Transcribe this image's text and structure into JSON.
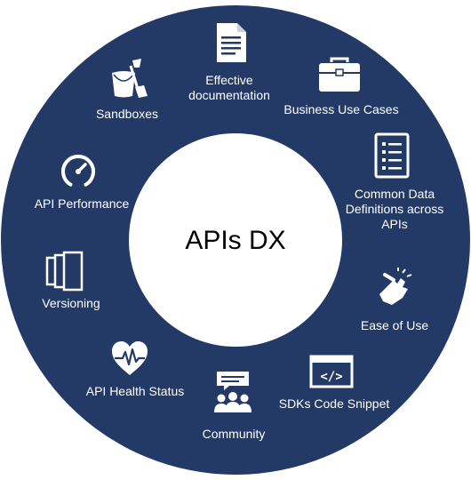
{
  "center": {
    "title": "APIs DX"
  },
  "items": [
    {
      "label": "Effective\ndocumentation",
      "icon": "document-icon"
    },
    {
      "label": "Business Use Cases",
      "icon": "briefcase-icon"
    },
    {
      "label": "Common Data\nDefinitions across\nAPIs",
      "icon": "checklist-icon"
    },
    {
      "label": "Ease of Use",
      "icon": "snapping-fingers-icon"
    },
    {
      "label": "SDKs Code Snippet",
      "icon": "code-window-icon"
    },
    {
      "label": "Community",
      "icon": "community-icon"
    },
    {
      "label": "API Health Status",
      "icon": "heart-pulse-icon"
    },
    {
      "label": "Versioning",
      "icon": "versions-icon"
    },
    {
      "label": "API Performance",
      "icon": "speedometer-icon"
    },
    {
      "label": "Sandboxes",
      "icon": "sandbox-bucket-icon"
    }
  ],
  "colors": {
    "ring": "#243a66",
    "center": "#ffffff",
    "text": "#ffffff"
  }
}
